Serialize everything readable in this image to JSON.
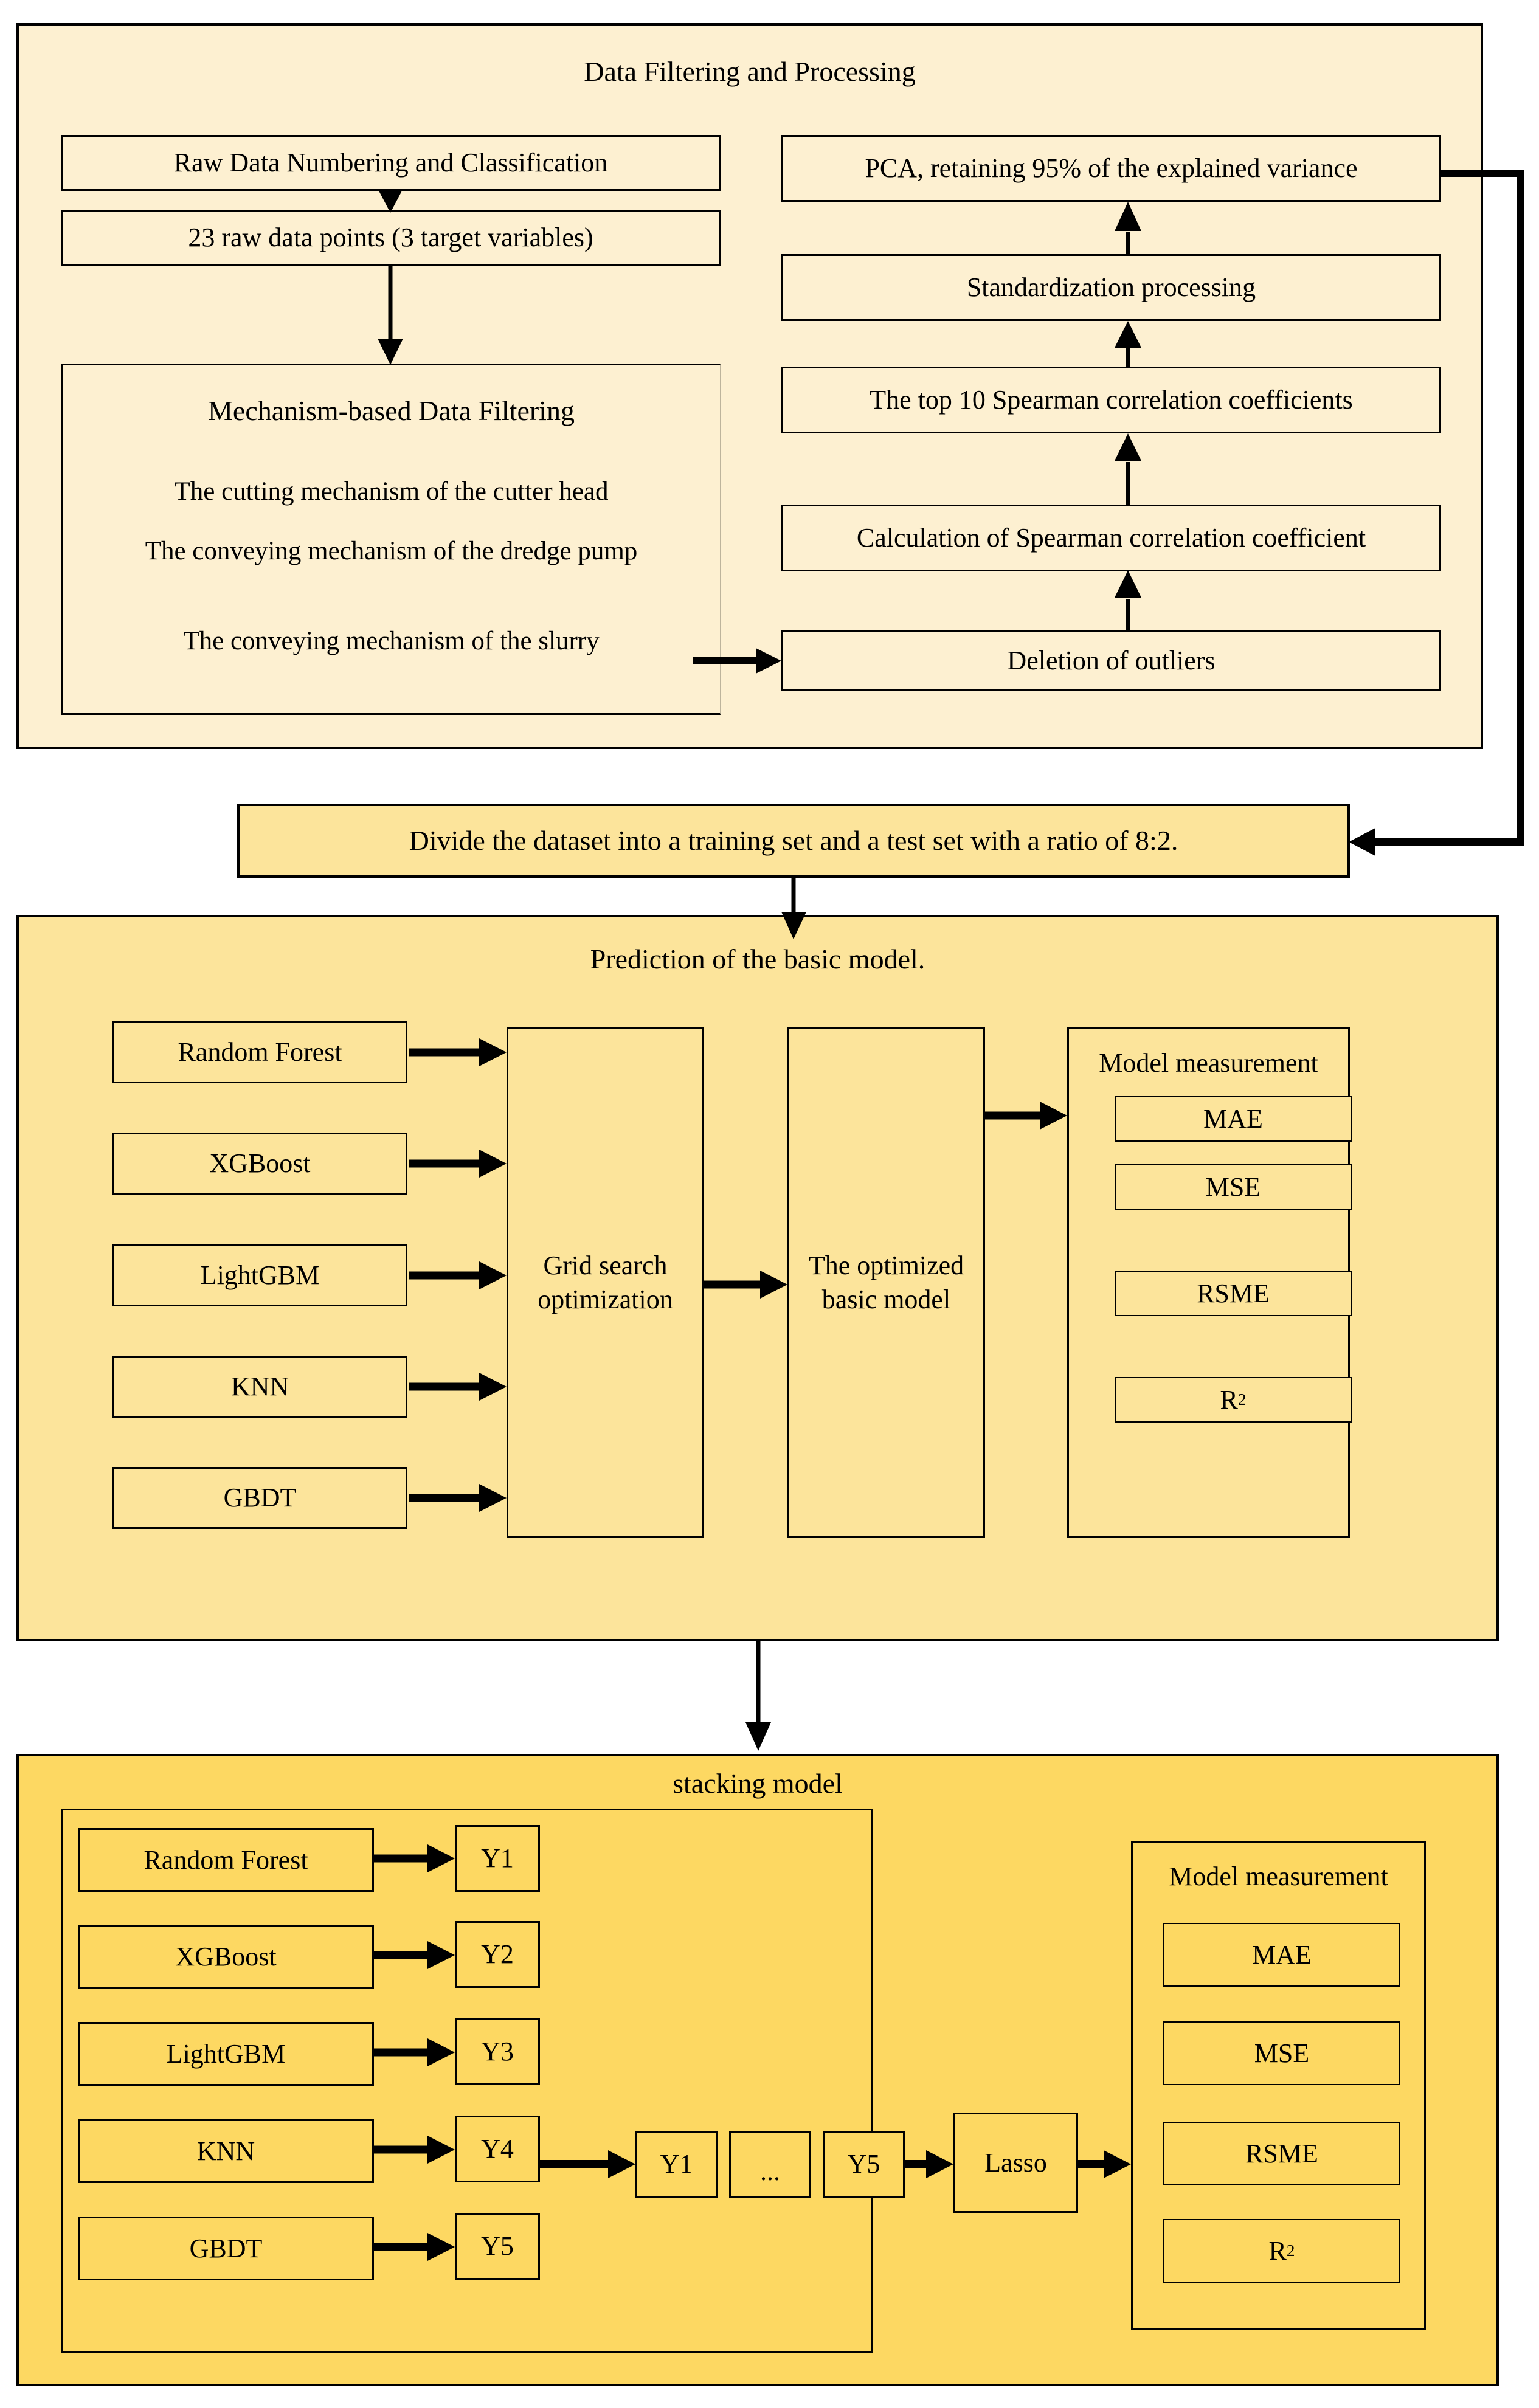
{
  "colors": {
    "stage_bg": "#ffffff",
    "panel_top_bg": "#fdf0d1",
    "panel_mid_bg": "#fce49b",
    "panel_bot_bg": "#fdd862",
    "stroke": "#000000"
  },
  "section_top": {
    "title": "Data Filtering and Processing",
    "left_column": [
      {
        "label": "Raw Data Numbering and Classification"
      },
      {
        "label": "23 raw data points (3 target variables)"
      }
    ],
    "mechanism": {
      "title": "Mechanism-based Data Filtering",
      "items": [
        "The cutting mechanism of the cutter head",
        "The conveying mechanism of the dredge pump",
        "The conveying mechanism of the slurry"
      ]
    },
    "right_column_bottom_to_top": [
      {
        "label": "Deletion of outliers"
      },
      {
        "label": "Calculation of Spearman correlation coefficient"
      },
      {
        "label": "The top 10 Spearman correlation coefficients"
      },
      {
        "label": "Standardization processing"
      },
      {
        "label": "PCA, retaining 95% of the explained variance"
      }
    ]
  },
  "divider": {
    "label": "Divide the dataset into a training set and a test set with a ratio of 8:2."
  },
  "section_mid": {
    "title": "Prediction of the basic model.",
    "base_models": [
      {
        "label": "Random Forest"
      },
      {
        "label": "XGBoost"
      },
      {
        "label": "LightGBM"
      },
      {
        "label": "KNN"
      },
      {
        "label": "GBDT"
      }
    ],
    "optimizer": {
      "label": "Grid search optimization"
    },
    "optimized_model": {
      "label": "The optimized basic model"
    },
    "measurement": {
      "title": "Model measurement",
      "metrics": [
        {
          "label": "MAE"
        },
        {
          "label": "MSE"
        },
        {
          "label": "RSME"
        },
        {
          "label": "R",
          "sup": "2"
        }
      ]
    }
  },
  "section_bot": {
    "title": "stacking model",
    "base_models": [
      {
        "label": "Random Forest",
        "output": "Y1"
      },
      {
        "label": "XGBoost",
        "output": "Y2"
      },
      {
        "label": "LightGBM",
        "output": "Y3"
      },
      {
        "label": "KNN",
        "output": "Y4"
      },
      {
        "label": "GBDT",
        "output": "Y5"
      }
    ],
    "meta_chain": [
      {
        "label": "Y1"
      },
      {
        "label": "..."
      },
      {
        "label": "Y5"
      }
    ],
    "meta_learner": {
      "label": "Lasso"
    },
    "measurement": {
      "title": "Model measurement",
      "metrics": [
        {
          "label": "MAE"
        },
        {
          "label": "MSE"
        },
        {
          "label": "RSME"
        },
        {
          "label": "R",
          "sup": "2"
        }
      ]
    }
  }
}
